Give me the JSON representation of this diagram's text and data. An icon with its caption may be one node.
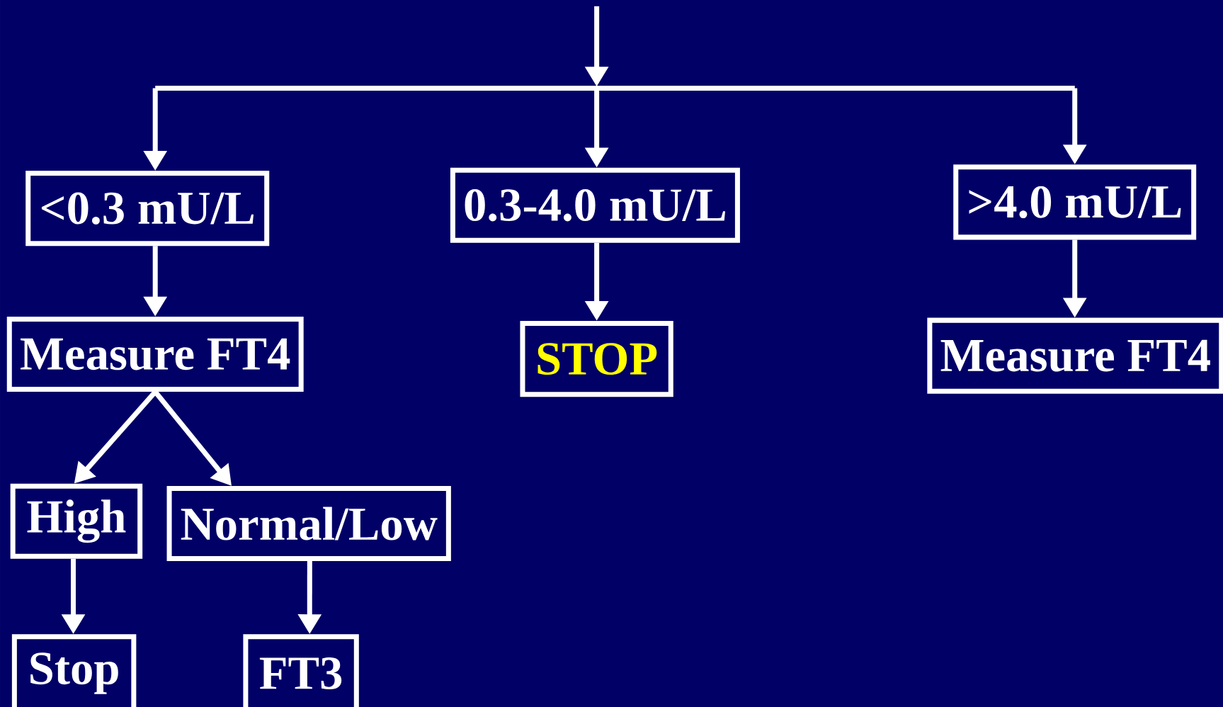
{
  "diagram": {
    "nodes": [
      {
        "text": [
          "<0.3 mU/L"
        ]
      },
      {
        "text": [
          "0.3-4.0 mU/L"
        ]
      },
      {
        "text": [
          ">4.0 mU/L"
        ]
      },
      {
        "text": [
          "Measure FT4"
        ]
      },
      {
        "text": [
          "STOP"
        ]
      },
      {
        "text": [
          "Measure FT4"
        ]
      },
      {
        "text": [
          "High"
        ]
      },
      {
        "text": [
          "Normal/Low"
        ]
      },
      {
        "text": [
          "Stop"
        ]
      },
      {
        "text": [
          "FT3"
        ]
      }
    ],
    "edges": [
      {
        "from": null,
        "to": 0,
        "arrow": "to"
      },
      {
        "from": null,
        "to": 1,
        "arrow": "to"
      },
      {
        "from": null,
        "to": 2,
        "arrow": "to"
      },
      {
        "from": 0,
        "to": 3,
        "arrow": "to"
      },
      {
        "from": 1,
        "to": 4,
        "arrow": "to"
      },
      {
        "from": 2,
        "to": 5,
        "arrow": "to"
      },
      {
        "from": 3,
        "to": 6,
        "arrow": "to"
      },
      {
        "from": 3,
        "to": 7,
        "arrow": "to"
      },
      {
        "from": 6,
        "to": 8,
        "arrow": "to"
      },
      {
        "from": 7,
        "to": 9,
        "arrow": "to"
      }
    ]
  }
}
